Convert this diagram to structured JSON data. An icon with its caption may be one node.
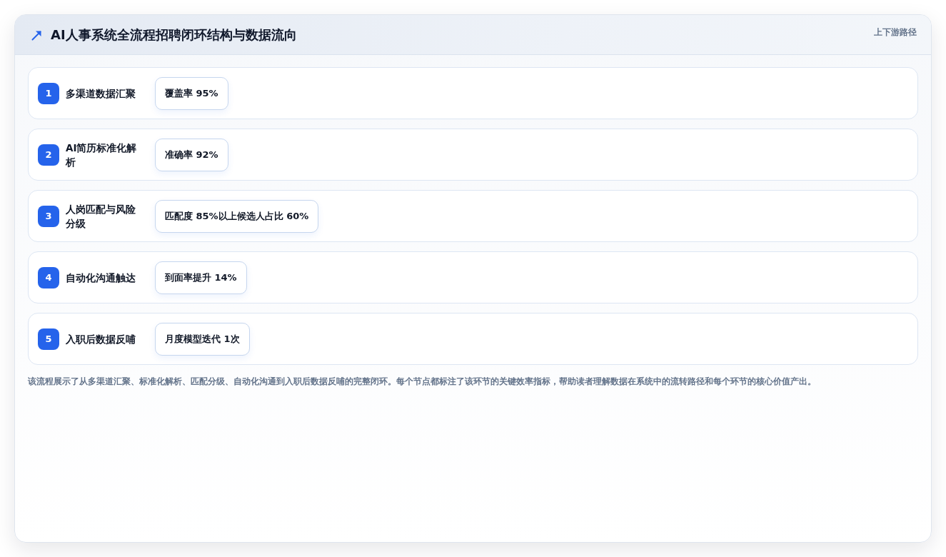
{
  "diagram": {
    "title": "AI人事系统全流程招聘闭环结构与数据流向",
    "caption": "该流程展示了从多渠道汇聚、标准化解析、匹配分级、自动化沟通到入职后数据反哺的完整闭环。每个节点都标注了该环节的关键效率指标，帮助读者理解数据在系统中的流转路径和每个环节的核心价值产出。",
    "nodes": [
      {
        "text": [
          "多渠道数据汇聚"
        ]
      },
      {
        "text": [
          "1"
        ],
        "in": 0
      },
      {
        "text": [
          "覆盖率 95%"
        ],
        "in": 0
      },
      {
        "text": [
          "AI简历标准化解析"
        ]
      },
      {
        "text": [
          "2"
        ],
        "in": 3
      },
      {
        "text": [
          "准确率 92%"
        ],
        "in": 3
      },
      {
        "text": [
          "人岗匹配与风险分级"
        ]
      },
      {
        "text": [
          "3"
        ],
        "in": 6
      },
      {
        "text": [
          "匹配度 85%以上候选人占比 60%"
        ],
        "in": 6
      },
      {
        "text": [
          "自动化沟通触达"
        ]
      },
      {
        "text": [
          "4"
        ],
        "in": 9
      },
      {
        "text": [
          "到面率提升 14%"
        ],
        "in": 9
      },
      {
        "text": [
          "入职后数据反哺"
        ]
      },
      {
        "text": [
          "5"
        ],
        "in": 12
      },
      {
        "text": [
          "月度模型迭代 1次"
        ],
        "in": 12
      }
    ],
    "labels": [
      "上下游路径"
    ]
  }
}
